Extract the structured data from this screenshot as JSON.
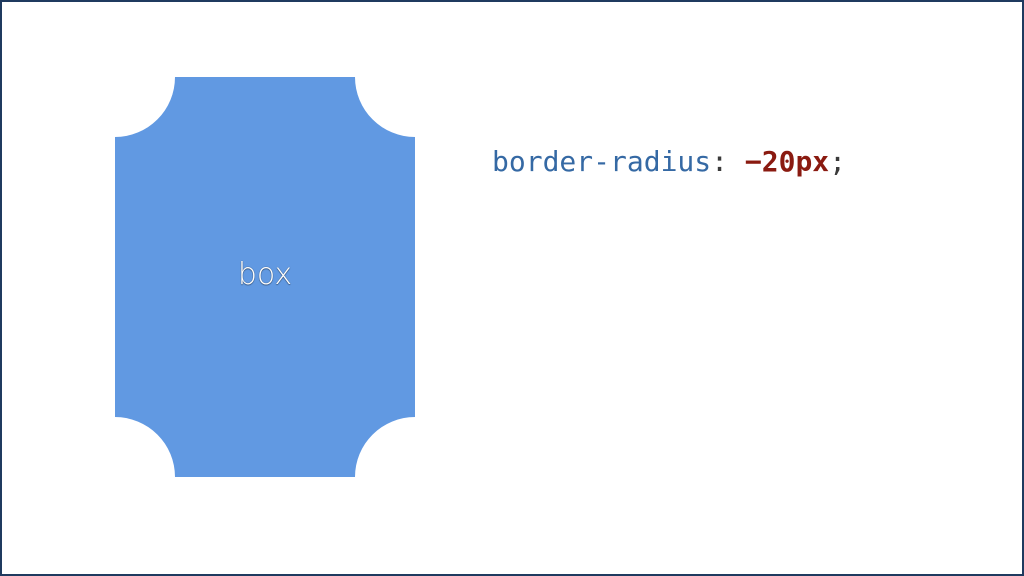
{
  "box": {
    "label": "box",
    "fill_color": "#6199e2"
  },
  "code": {
    "property": "border-radius",
    "colon": ": ",
    "value": "−20px",
    "semicolon": ";",
    "property_color": "#3569a4",
    "value_color": "#8a1a10"
  },
  "frame_color": "#1f3a5f"
}
